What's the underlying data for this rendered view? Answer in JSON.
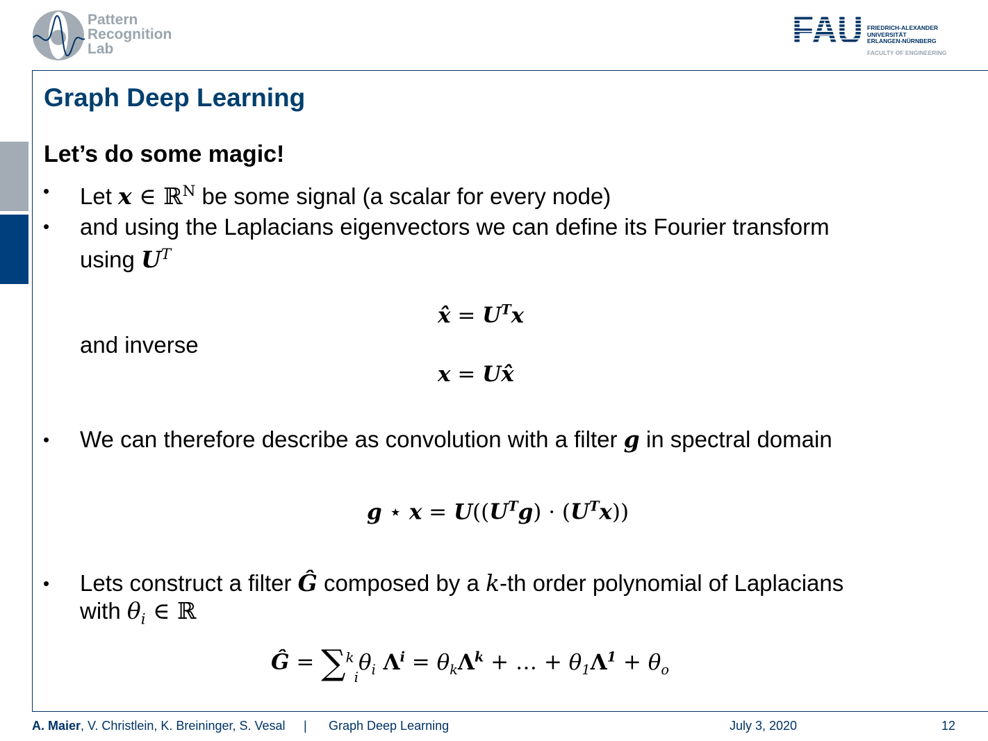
{
  "header": {
    "lab_logo": {
      "lines": [
        "Pattern",
        "Recognition",
        "Lab"
      ]
    },
    "fau_logo": {
      "mark": "FAU",
      "lines": [
        "FRIEDRICH-ALEXANDER",
        "UNIVERSITÄT",
        "ERLANGEN-NÜRNBERG"
      ],
      "faculty": "FACULTY OF ENGINEERING"
    }
  },
  "slide": {
    "title": "Graph Deep Learning",
    "heading": "Let’s do some magic!",
    "bullet_char": "•",
    "b1": {
      "a": "Let ",
      "x": "x",
      "b": " ∈ ℝ",
      "sup": "N",
      "c": " be some signal (a scalar for every node)"
    },
    "b2": {
      "line1": "and using the Laplacians eigenvectors we can define its Fourier transform",
      "line2a": "using ",
      "U": "U",
      "T": "T"
    },
    "and_inverse": "and inverse",
    "b3": {
      "a": "We can therefore describe as convolution with a filter ",
      "g": "g",
      "b": " in spectral domain"
    },
    "b4": {
      "a": "Lets construct a filter ",
      "G": "Ĝ",
      "b": " composed by a ",
      "k": "k",
      "c": "-th order polynomial of Laplacians",
      "line2a": "with ",
      "theta": "θ",
      "sub": "i",
      "line2b": " ∈ ℝ"
    },
    "equations": {
      "eq1": [
        {
          "t": "x̂",
          "s": "b"
        },
        {
          "t": " = ",
          "s": "n"
        },
        {
          "t": "U",
          "s": "b",
          "sup": "T"
        },
        {
          "t": "x",
          "s": "b"
        }
      ],
      "eq2": [
        {
          "t": "x",
          "s": "b"
        },
        {
          "t": " = ",
          "s": "n"
        },
        {
          "t": "U",
          "s": "b"
        },
        {
          "t": "x̂",
          "s": "b"
        }
      ],
      "eq3": [
        {
          "t": "g",
          "s": "b"
        },
        {
          "t": " ⋆ ",
          "s": "n"
        },
        {
          "t": "x",
          "s": "b"
        },
        {
          "t": " = ",
          "s": "n"
        },
        {
          "t": "U",
          "s": "b"
        },
        {
          "t": "((",
          "s": "n"
        },
        {
          "t": "U",
          "s": "b",
          "sup": "T"
        },
        {
          "t": "g",
          "s": "b"
        },
        {
          "t": ")  · (",
          "s": "n"
        },
        {
          "t": "U",
          "s": "b",
          "sup": "T"
        },
        {
          "t": "x",
          "s": "b"
        },
        {
          "t": "))",
          "s": "n"
        }
      ],
      "eq4": [
        {
          "t": "Ĝ",
          "s": "b"
        },
        {
          "t": " = ",
          "s": "n"
        },
        {
          "t": "∑",
          "s": "n",
          "sup": "k",
          "sub": "i",
          "big": true
        },
        {
          "t": "θ",
          "s": "i",
          "sub": "i"
        },
        {
          "t": " Λ",
          "s": "bn",
          "sup": "i"
        },
        {
          "t": " = ",
          "s": "n"
        },
        {
          "t": "θ",
          "s": "i",
          "sub": "k"
        },
        {
          "t": "Λ",
          "s": "bn",
          "sup": "k"
        },
        {
          "t": " +  … + ",
          "s": "n"
        },
        {
          "t": "θ",
          "s": "i",
          "sub": "1"
        },
        {
          "t": "Λ",
          "s": "bn",
          "sup": "1"
        },
        {
          "t": " + ",
          "s": "n"
        },
        {
          "t": "θ",
          "s": "i",
          "sub": "o"
        }
      ]
    }
  },
  "footer": {
    "author_main": "A. Maier",
    "authors_rest": ", V. Christlein, K. Breininger, S. Vesal",
    "separator": "|",
    "course": "Graph Deep Learning",
    "date": "July 3, 2020",
    "page": "12"
  }
}
